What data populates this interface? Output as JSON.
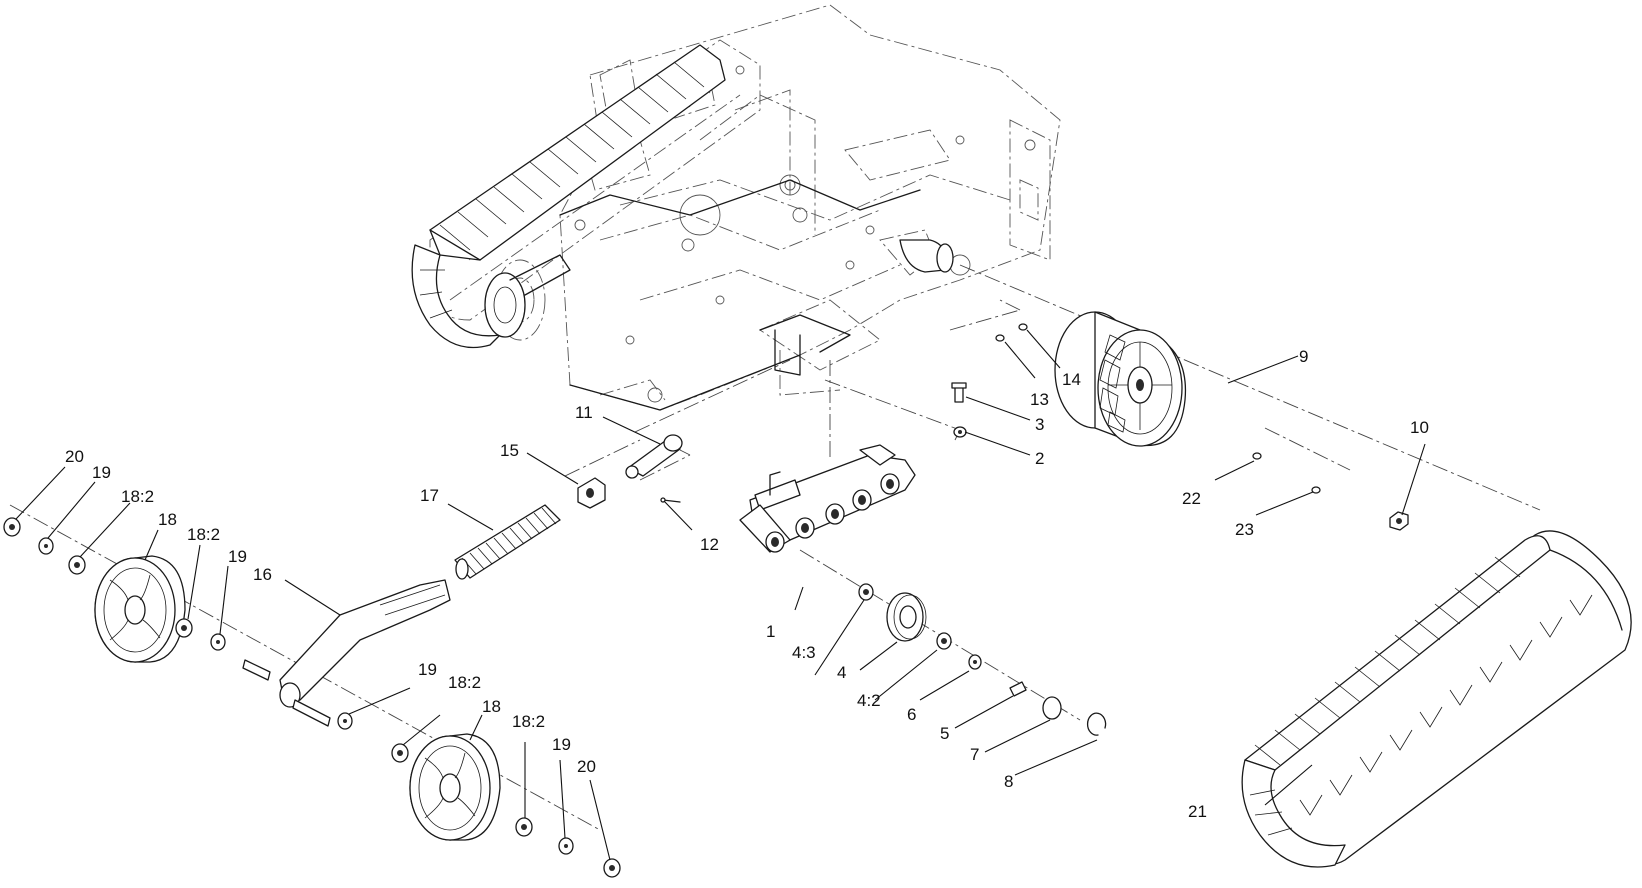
{
  "diagram": {
    "callouts": [
      {
        "id": "c1",
        "label": "1"
      },
      {
        "id": "c2",
        "label": "2"
      },
      {
        "id": "c3",
        "label": "3"
      },
      {
        "id": "c4",
        "label": "4"
      },
      {
        "id": "c4_2",
        "label": "4:2"
      },
      {
        "id": "c4_3",
        "label": "4:3"
      },
      {
        "id": "c5",
        "label": "5"
      },
      {
        "id": "c6",
        "label": "6"
      },
      {
        "id": "c7",
        "label": "7"
      },
      {
        "id": "c8",
        "label": "8"
      },
      {
        "id": "c9",
        "label": "9"
      },
      {
        "id": "c10",
        "label": "10"
      },
      {
        "id": "c11",
        "label": "11"
      },
      {
        "id": "c12",
        "label": "12"
      },
      {
        "id": "c13",
        "label": "13"
      },
      {
        "id": "c14",
        "label": "14"
      },
      {
        "id": "c15",
        "label": "15"
      },
      {
        "id": "c16",
        "label": "16"
      },
      {
        "id": "c17",
        "label": "17"
      },
      {
        "id": "c18a",
        "label": "18"
      },
      {
        "id": "c18b",
        "label": "18"
      },
      {
        "id": "c18_2a",
        "label": "18:2"
      },
      {
        "id": "c18_2b",
        "label": "18:2"
      },
      {
        "id": "c18_2c",
        "label": "18:2"
      },
      {
        "id": "c18_2d",
        "label": "18:2"
      },
      {
        "id": "c19a",
        "label": "19"
      },
      {
        "id": "c19b",
        "label": "19"
      },
      {
        "id": "c19c",
        "label": "19"
      },
      {
        "id": "c19d",
        "label": "19"
      },
      {
        "id": "c20a",
        "label": "20"
      },
      {
        "id": "c20b",
        "label": "20"
      },
      {
        "id": "c21",
        "label": "21"
      },
      {
        "id": "c22",
        "label": "22"
      },
      {
        "id": "c23",
        "label": "23"
      }
    ]
  }
}
